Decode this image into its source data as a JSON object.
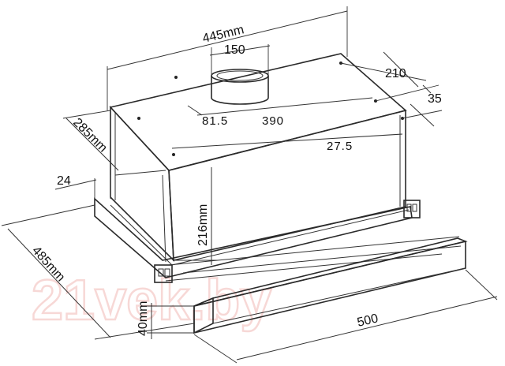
{
  "dimensions": {
    "overall_width": "445mm",
    "duct_diameter": "150",
    "mount_offset_a": "210",
    "mount_offset_b": "35",
    "mount_offset_c": "81.5",
    "mount_spacing": "390",
    "mount_offset_d": "27.5",
    "top_depth": "285mm",
    "front_lip": "24",
    "body_height": "216mm",
    "extended_depth": "485mm",
    "panel_height": "40mm",
    "panel_width": "500"
  },
  "watermark": "21vek.by"
}
